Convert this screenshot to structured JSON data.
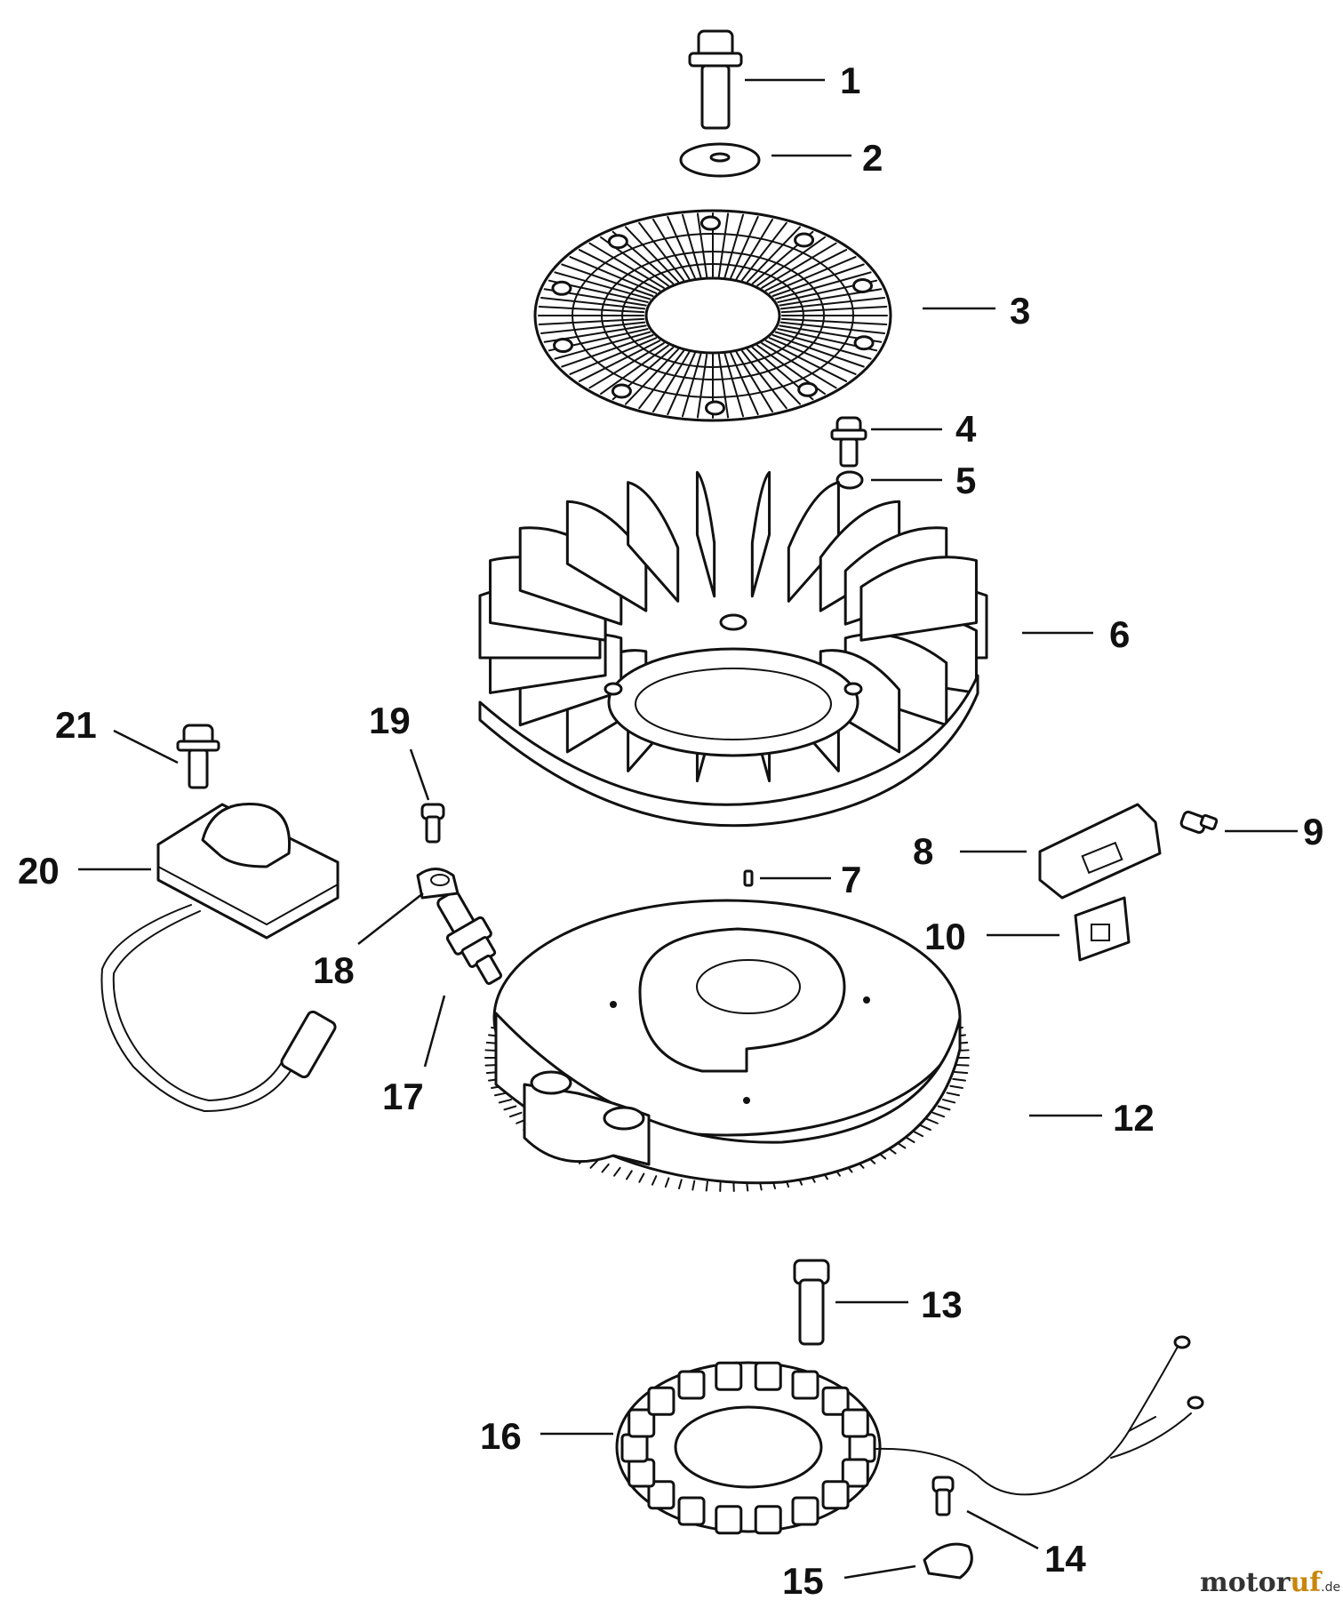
{
  "callouts": [
    {
      "id": "1",
      "label": "1"
    },
    {
      "id": "2",
      "label": "2"
    },
    {
      "id": "3",
      "label": "3"
    },
    {
      "id": "4",
      "label": "4"
    },
    {
      "id": "5",
      "label": "5"
    },
    {
      "id": "6",
      "label": "6"
    },
    {
      "id": "7",
      "label": "7"
    },
    {
      "id": "8",
      "label": "8"
    },
    {
      "id": "9",
      "label": "9"
    },
    {
      "id": "10",
      "label": "10"
    },
    {
      "id": "12",
      "label": "12"
    },
    {
      "id": "13",
      "label": "13"
    },
    {
      "id": "14",
      "label": "14"
    },
    {
      "id": "15",
      "label": "15"
    },
    {
      "id": "16",
      "label": "16"
    },
    {
      "id": "17",
      "label": "17"
    },
    {
      "id": "18",
      "label": "18"
    },
    {
      "id": "19",
      "label": "19"
    },
    {
      "id": "20",
      "label": "20"
    },
    {
      "id": "21",
      "label": "21"
    }
  ],
  "watermark": {
    "part1": "motor",
    "part2": "uf",
    "suffix": ".de"
  },
  "colors": {
    "ink": "#111111",
    "background": "#ffffff",
    "watermark_dark": "#333333",
    "watermark_accent": "#c8860b"
  }
}
